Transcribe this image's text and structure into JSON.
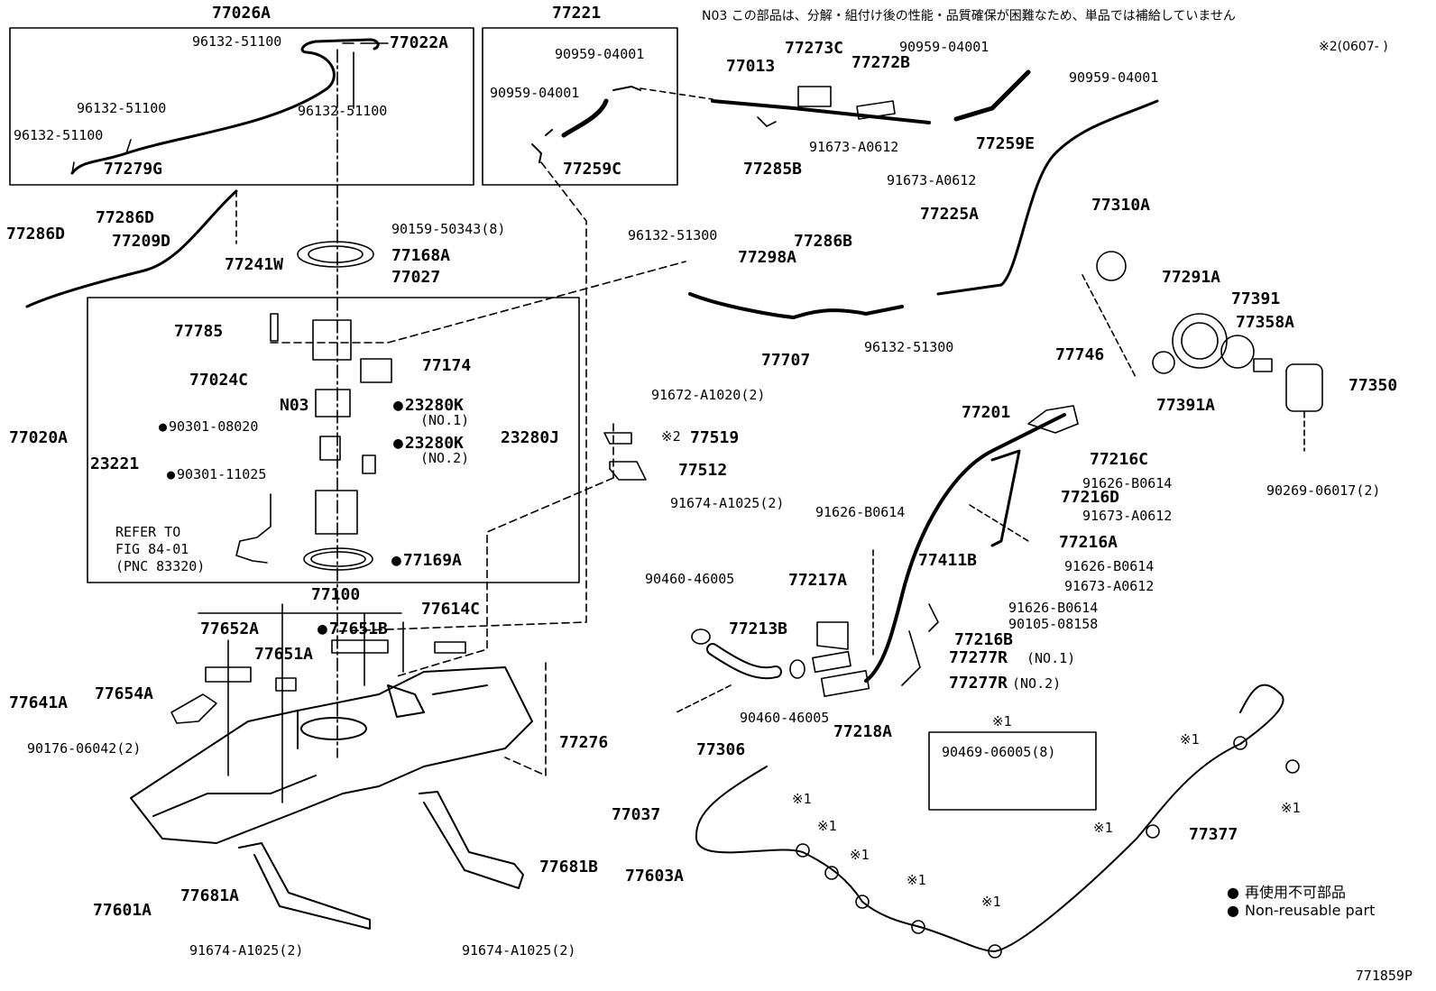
{
  "note_top": "N03 この部品は、分解・組付け後の性能・品質確保が困難なため、単品では補給していません",
  "note_date": "※2(0607-     )",
  "figure_code": "771859P",
  "legend": {
    "jp": "再使用不可部品",
    "en": "Non-reusable part",
    "mark": "●"
  },
  "kit_box": {
    "header": "※1",
    "part": "90469-06005(8)"
  },
  "refer": [
    "REFER TO",
    "FIG 84-01",
    "(PNC 83320)"
  ],
  "labels": [
    {
      "id": "77026A",
      "text": "77026A",
      "big": true
    },
    {
      "id": "96132-51100-a",
      "text": "96132-51100"
    },
    {
      "id": "77022A",
      "text": "77022A",
      "big": true
    },
    {
      "id": "96132-51100-b",
      "text": "96132-51100"
    },
    {
      "id": "96132-51100-c",
      "text": "96132-51100"
    },
    {
      "id": "96132-51100-d",
      "text": "96132-51100"
    },
    {
      "id": "77279G",
      "text": "77279G",
      "big": true
    },
    {
      "id": "77221",
      "text": "77221",
      "big": true
    },
    {
      "id": "90959-04001-a",
      "text": "90959-04001"
    },
    {
      "id": "90959-04001-b",
      "text": "90959-04001"
    },
    {
      "id": "77259C",
      "text": "77259C",
      "big": true
    },
    {
      "id": "77013",
      "text": "77013",
      "big": true
    },
    {
      "id": "77273C",
      "text": "77273C",
      "big": true
    },
    {
      "id": "77272B",
      "text": "77272B",
      "big": true
    },
    {
      "id": "90959-04001-c",
      "text": "90959-04001"
    },
    {
      "id": "90959-04001-d",
      "text": "90959-04001"
    },
    {
      "id": "91673-A0612-a",
      "text": "91673-A0612"
    },
    {
      "id": "77285B",
      "text": "77285B",
      "big": true
    },
    {
      "id": "91673-A0612-b",
      "text": "91673-A0612"
    },
    {
      "id": "77259E",
      "text": "77259E",
      "big": true
    },
    {
      "id": "77286D-a",
      "text": "77286D",
      "big": true
    },
    {
      "id": "77286D-b",
      "text": "77286D",
      "big": true
    },
    {
      "id": "77209D",
      "text": "77209D",
      "big": true
    },
    {
      "id": "77241W",
      "text": "77241W",
      "big": true
    },
    {
      "id": "90159-50343",
      "text": "90159-50343(8)"
    },
    {
      "id": "77168A",
      "text": "77168A",
      "big": true
    },
    {
      "id": "77027",
      "text": "77027",
      "big": true
    },
    {
      "id": "96132-51300-a",
      "text": "96132-51300"
    },
    {
      "id": "77298A",
      "text": "77298A",
      "big": true
    },
    {
      "id": "77286B",
      "text": "77286B",
      "big": true
    },
    {
      "id": "77225A",
      "text": "77225A",
      "big": true
    },
    {
      "id": "77310A",
      "text": "77310A",
      "big": true
    },
    {
      "id": "77707",
      "text": "77707",
      "big": true
    },
    {
      "id": "96132-51300-b",
      "text": "96132-51300"
    },
    {
      "id": "77291A",
      "text": "77291A",
      "big": true
    },
    {
      "id": "77391",
      "text": "77391",
      "big": true
    },
    {
      "id": "77358A",
      "text": "77358A",
      "big": true
    },
    {
      "id": "77746",
      "text": "77746",
      "big": true
    },
    {
      "id": "77391A",
      "text": "77391A",
      "big": true
    },
    {
      "id": "77350",
      "text": "77350",
      "big": true
    },
    {
      "id": "77785",
      "text": "77785",
      "big": true
    },
    {
      "id": "77174",
      "text": "77174",
      "big": true
    },
    {
      "id": "77024C",
      "text": "77024C",
      "big": true
    },
    {
      "id": "N03",
      "text": "N03",
      "big": true
    },
    {
      "id": "23280K-1",
      "text": "23280K",
      "big": true,
      "dot": true
    },
    {
      "id": "no1",
      "text": "(NO.1)"
    },
    {
      "id": "90301-08020",
      "text": "90301-08020",
      "dot": true
    },
    {
      "id": "23280J",
      "text": "23280J",
      "big": true
    },
    {
      "id": "23280K-2",
      "text": "23280K",
      "big": true,
      "dot": true
    },
    {
      "id": "no2",
      "text": "(NO.2)"
    },
    {
      "id": "77020A",
      "text": "77020A",
      "big": true
    },
    {
      "id": "23221",
      "text": "23221",
      "big": true
    },
    {
      "id": "90301-11025",
      "text": "90301-11025",
      "dot": true
    },
    {
      "id": "77169A",
      "text": "77169A",
      "big": true,
      "dot": true
    },
    {
      "id": "91672-A1020",
      "text": "91672-A1020(2)"
    },
    {
      "id": "77519",
      "text": "77519",
      "big": true
    },
    {
      "id": "note2",
      "text": "※2"
    },
    {
      "id": "77512",
      "text": "77512",
      "big": true
    },
    {
      "id": "91674-A1025-a",
      "text": "91674-A1025(2)"
    },
    {
      "id": "77201",
      "text": "77201",
      "big": true
    },
    {
      "id": "77216C",
      "text": "77216C",
      "big": true
    },
    {
      "id": "91626-B0614-a",
      "text": "91626-B0614"
    },
    {
      "id": "77216D",
      "text": "77216D",
      "big": true
    },
    {
      "id": "91673-A0612-c",
      "text": "91673-A0612"
    },
    {
      "id": "90269-06017",
      "text": "90269-06017(2)"
    },
    {
      "id": "91626-B0614-b",
      "text": "91626-B0614"
    },
    {
      "id": "77216A",
      "text": "77216A",
      "big": true
    },
    {
      "id": "91626-B0614-c",
      "text": "91626-B0614"
    },
    {
      "id": "91673-A0612-d",
      "text": "91673-A0612"
    },
    {
      "id": "77100",
      "text": "77100",
      "big": true
    },
    {
      "id": "77652A",
      "text": "77652A",
      "big": true
    },
    {
      "id": "77651B",
      "text": "77651B",
      "big": true,
      "dot": true
    },
    {
      "id": "77614C",
      "text": "77614C",
      "big": true
    },
    {
      "id": "77651A",
      "text": "77651A",
      "big": true
    },
    {
      "id": "90460-46005-a",
      "text": "90460-46005"
    },
    {
      "id": "77217A",
      "text": "77217A",
      "big": true
    },
    {
      "id": "77411B",
      "text": "77411B",
      "big": true
    },
    {
      "id": "91626-B0614-d",
      "text": "91626-B0614"
    },
    {
      "id": "90105-08158",
      "text": "90105-08158"
    },
    {
      "id": "77216B",
      "text": "77216B",
      "big": true
    },
    {
      "id": "77213B",
      "text": "77213B",
      "big": true
    },
    {
      "id": "77277R-1",
      "text": "77277R",
      "big": true
    },
    {
      "id": "no1b",
      "text": "(NO.1)"
    },
    {
      "id": "77277R-2",
      "text": "77277R",
      "big": true
    },
    {
      "id": "no2b",
      "text": "(NO.2)"
    },
    {
      "id": "77641A",
      "text": "77641A",
      "big": true
    },
    {
      "id": "77654A",
      "text": "77654A",
      "big": true
    },
    {
      "id": "90176-06042",
      "text": "90176-06042(2)"
    },
    {
      "id": "90460-46005-b",
      "text": "90460-46005"
    },
    {
      "id": "77218A",
      "text": "77218A",
      "big": true
    },
    {
      "id": "77276",
      "text": "77276",
      "big": true
    },
    {
      "id": "77306",
      "text": "77306",
      "big": true
    },
    {
      "id": "77037",
      "text": "77037",
      "big": true
    },
    {
      "id": "77377",
      "text": "77377",
      "big": true
    },
    {
      "id": "77681B",
      "text": "77681B",
      "big": true
    },
    {
      "id": "77603A",
      "text": "77603A",
      "big": true
    },
    {
      "id": "77601A",
      "text": "77601A",
      "big": true
    },
    {
      "id": "77681A",
      "text": "77681A",
      "big": true
    },
    {
      "id": "91674-A1025-b",
      "text": "91674-A1025(2)"
    },
    {
      "id": "91674-A1025-c",
      "text": "91674-A1025(2)"
    },
    {
      "id": "x1-a",
      "text": "※1"
    },
    {
      "id": "x1-b",
      "text": "※1"
    },
    {
      "id": "x1-c",
      "text": "※1"
    },
    {
      "id": "x1-d",
      "text": "※1"
    },
    {
      "id": "x1-e",
      "text": "※1"
    },
    {
      "id": "x1-f",
      "text": "※1"
    },
    {
      "id": "x1-g",
      "text": "※1"
    },
    {
      "id": "x1-h",
      "text": "※1"
    }
  ]
}
